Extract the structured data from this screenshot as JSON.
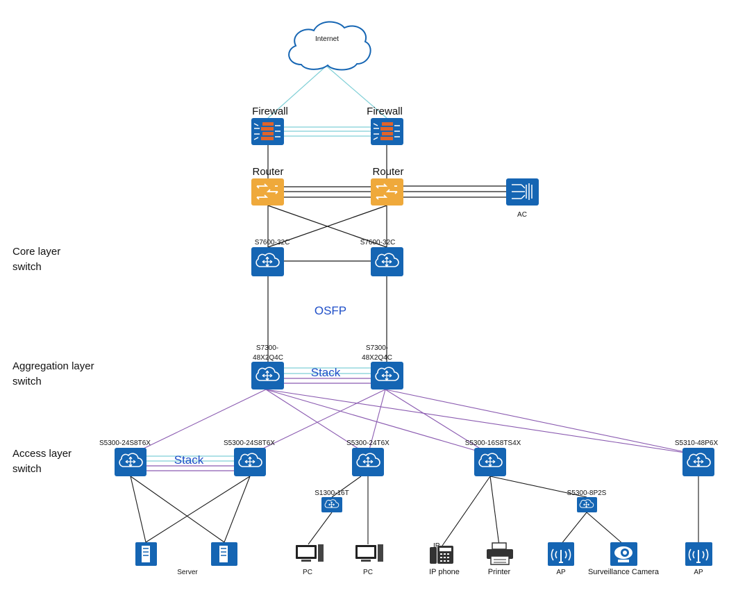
{
  "diagram": {
    "internet": "Internet",
    "layers": {
      "core": [
        "Core layer",
        "switch"
      ],
      "aggregation": [
        "Aggregation layer",
        "switch"
      ],
      "access": [
        "Access layer",
        "switch"
      ]
    },
    "protocol": "OSFP",
    "stack_label": "Stack",
    "firewalls": [
      "Firewall",
      "Firewall"
    ],
    "routers": [
      "Router",
      "Router"
    ],
    "ac": "AC",
    "core_switches": [
      "S7600-32C",
      "S7600-32C"
    ],
    "agg_switches": [
      [
        "S7300-",
        "48X2Q4C"
      ],
      [
        "S7300-",
        "48X2Q4C"
      ]
    ],
    "access_switches": [
      "S5300-24S8T6X",
      "S5300-24S8T6X",
      "S5300-24T6X",
      "S5300-16S8TS4X",
      "S5310-48P6X"
    ],
    "sub_switches": [
      "S1300-16T",
      "S5300-8P2S"
    ],
    "endpoints": {
      "server": "Server",
      "pc1": "PC",
      "pc2": "PC",
      "ip_phone": "IP phone",
      "printer": "Printer",
      "ap1": "AP",
      "camera": "Surveillance Camera",
      "ap2": "AP"
    },
    "colors": {
      "device_blue": "#1565b3",
      "router_orange": "#efa93b",
      "firewall_brick": "#e0632b",
      "link_cyan": "#7fcfd6",
      "link_purple": "#8a5ab0",
      "link_black": "#1a1a1a",
      "label_blue": "#1f4fc8"
    }
  }
}
